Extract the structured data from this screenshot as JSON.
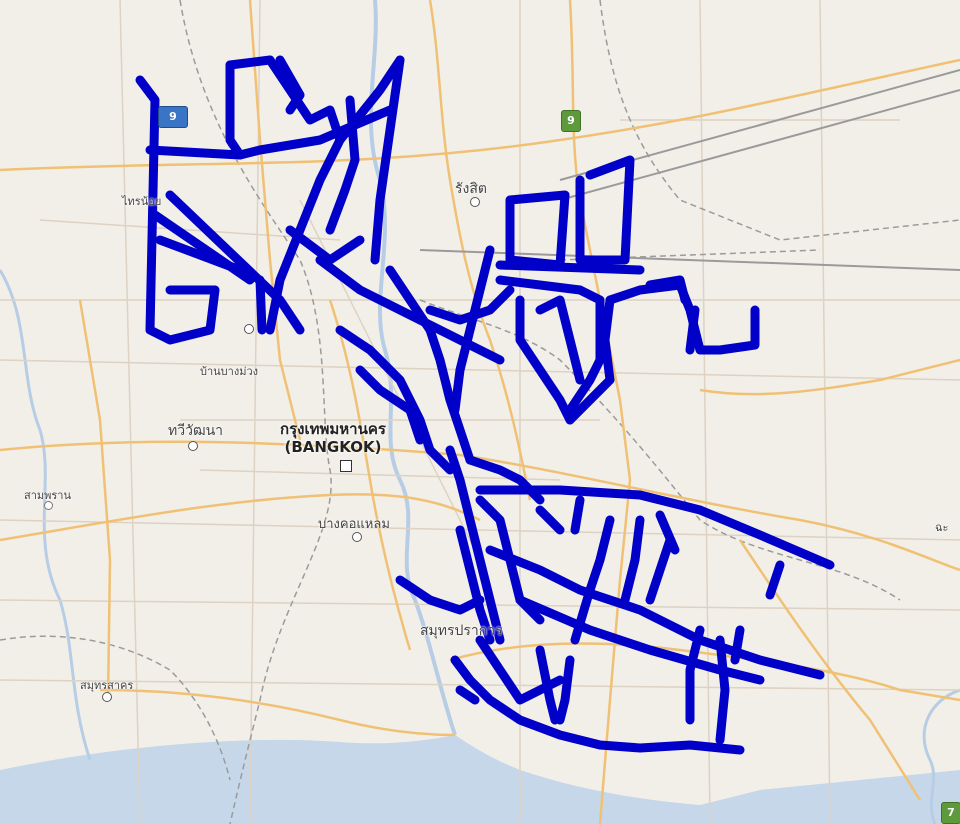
{
  "map": {
    "colors": {
      "land": "#f2efe9",
      "water": "#c6d7ea",
      "major_road": "#f0c174",
      "minor_road": "#d6c9b7",
      "route": "#0000c8",
      "district_boundary": "#9b9b9b"
    },
    "labels": {
      "bangkok_th": "กรุงเทพมหานคร",
      "bangkok_en": "(BANGKOK)",
      "rangsit": "รังสิต",
      "thawiwatthana": "ทวีวัฒนา",
      "bang_kho_laem": "บางคอแหลม",
      "ban_bang_muang": "บ้านบางม่วง",
      "samut_prakan": "สมุทรปราการ",
      "samut_sakhon": "สมุทรสาคร",
      "sam_phran": "สามพราน",
      "sai_noi": "ไทรน้อย",
      "east_edge": "ฉะ"
    },
    "shields": {
      "route_9": "9",
      "route_7": "7",
      "north_blue": "9"
    }
  }
}
